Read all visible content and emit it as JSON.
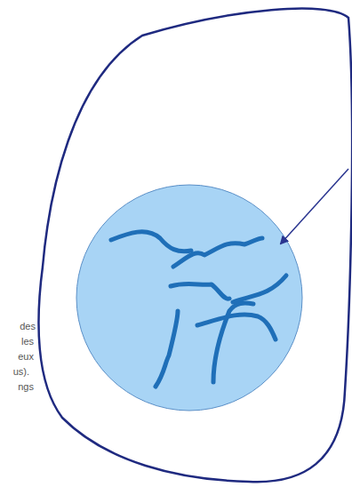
{
  "diagram": {
    "labels": [
      "des",
      "les",
      "eux",
      "us).",
      "ngs"
    ]
  }
}
